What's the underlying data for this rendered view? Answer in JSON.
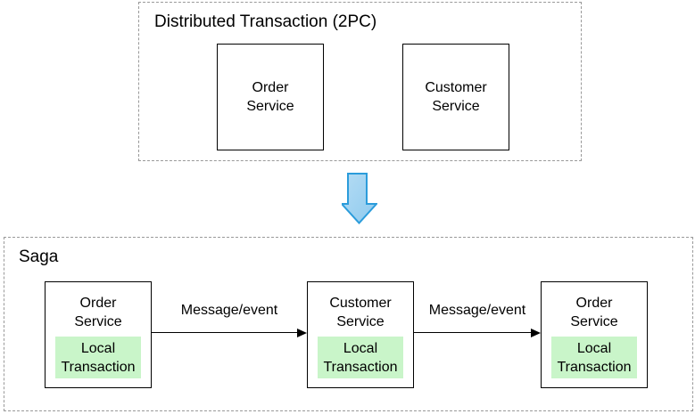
{
  "colors": {
    "background": "#ffffff",
    "box_border": "#000000",
    "dashed_border": "#999999",
    "local_transaction_bg": "#c9f5c9",
    "transform_arrow_fill_light": "#b5dcf4",
    "transform_arrow_fill_dark": "#8ecaee",
    "transform_arrow_stroke": "#2b9cdb"
  },
  "icons": {
    "transform": "down-arrow"
  },
  "twopc": {
    "title": "Distributed Transaction (2PC)",
    "nodes": [
      {
        "line1": "Order",
        "line2": "Service"
      },
      {
        "line1": "Customer",
        "line2": "Service"
      }
    ]
  },
  "saga": {
    "title": "Saga",
    "nodes": [
      {
        "line1": "Order",
        "line2": "Service",
        "local": {
          "line1": "Local",
          "line2": "Transaction"
        }
      },
      {
        "line1": "Customer",
        "line2": "Service",
        "local": {
          "line1": "Local",
          "line2": "Transaction"
        }
      },
      {
        "line1": "Order",
        "line2": "Service",
        "local": {
          "line1": "Local",
          "line2": "Transaction"
        }
      }
    ],
    "edges": [
      {
        "label": "Message/event"
      },
      {
        "label": "Message/event"
      }
    ]
  }
}
